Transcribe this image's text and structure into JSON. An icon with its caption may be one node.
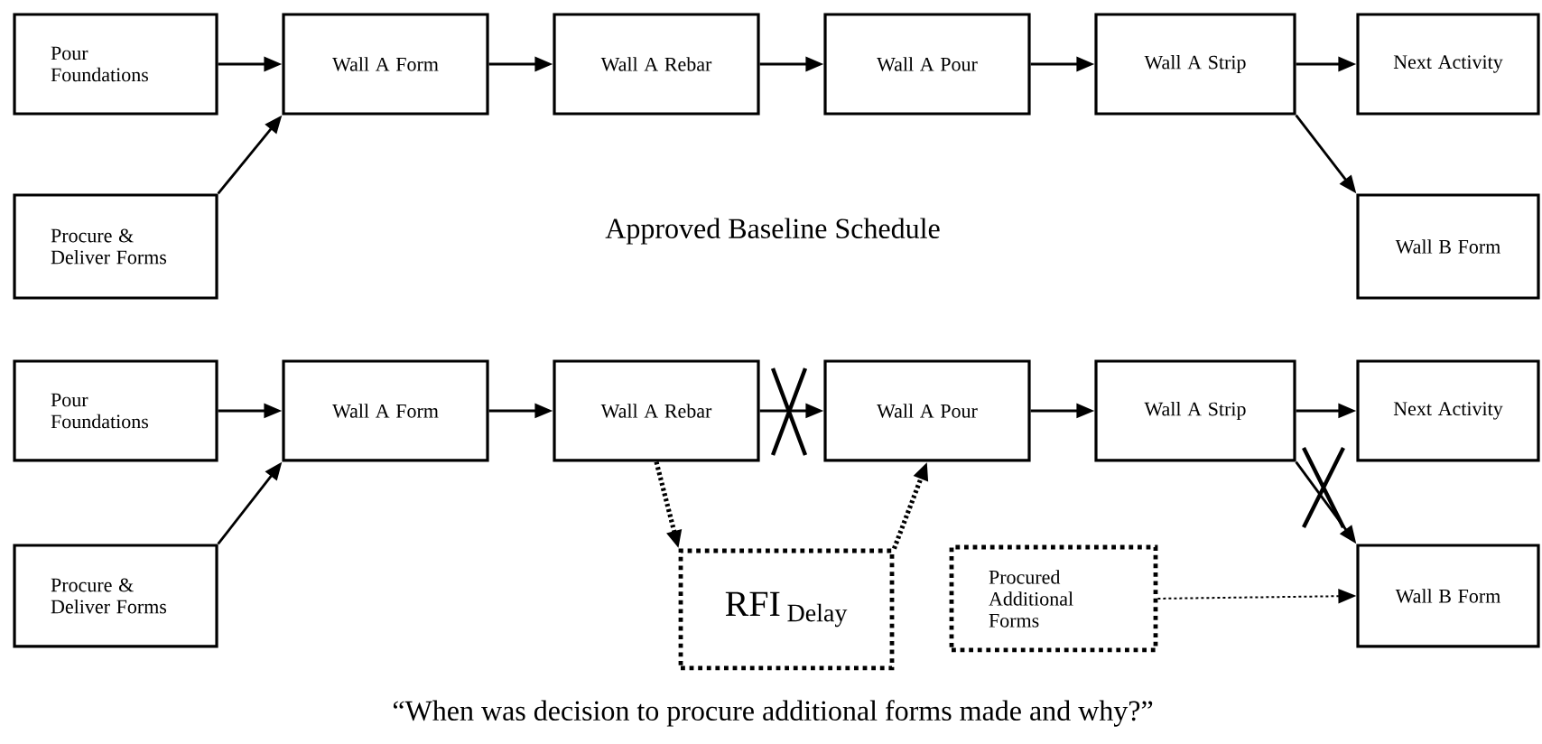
{
  "diagram": {
    "caption": "“When was decision to procure additional forms made and why?”",
    "nodes": [
      {
        "text": [
          "Pour Foundations"
        ]
      },
      {
        "text": [
          "Wall A Form"
        ]
      },
      {
        "text": [
          "Wall A Rebar"
        ]
      },
      {
        "text": [
          "Wall A Pour"
        ]
      },
      {
        "text": [
          "Wall A Strip"
        ]
      },
      {
        "text": [
          "Next Activity"
        ]
      },
      {
        "text": [
          "Procure & Deliver Forms"
        ]
      },
      {
        "text": [
          "Wall B Form"
        ]
      },
      {
        "text": [
          "Pour Foundations"
        ]
      },
      {
        "text": [
          "Wall A Form"
        ]
      },
      {
        "text": [
          "Wall A Rebar"
        ]
      },
      {
        "text": [
          "Wall A Pour"
        ]
      },
      {
        "text": [
          "Wall A Strip"
        ]
      },
      {
        "text": [
          "Next Activity"
        ]
      },
      {
        "text": [
          "Procure & Deliver Forms"
        ]
      },
      {
        "text": [
          "RFI $_{Delay}$"
        ]
      },
      {
        "text": [
          "Procured Additional Forms"
        ]
      },
      {
        "text": [
          "Wall B Form"
        ]
      }
    ],
    "edges": [
      {
        "from": 0,
        "to": 1,
        "arrow": "to"
      },
      {
        "from": 6,
        "to": 1,
        "arrow": "to"
      },
      {
        "from": 1,
        "to": 2,
        "arrow": "to"
      },
      {
        "from": 2,
        "to": 3,
        "arrow": "to"
      },
      {
        "from": 3,
        "to": 4,
        "arrow": "to"
      },
      {
        "from": 4,
        "to": 5,
        "arrow": "to"
      },
      {
        "from": 4,
        "to": 7,
        "arrow": "to"
      },
      {
        "from": 8,
        "to": 9,
        "arrow": "to"
      },
      {
        "from": 14,
        "to": 9,
        "arrow": "to"
      },
      {
        "from": 9,
        "to": 10,
        "arrow": "to"
      },
      {
        "from": 10,
        "to": 11,
        "arrow": "to"
      },
      {
        "from": 11,
        "to": 12,
        "arrow": "to"
      },
      {
        "from": 12,
        "to": 13,
        "arrow": "to"
      },
      {
        "from": 12,
        "to": 17,
        "arrow": "to"
      },
      {
        "from": 10,
        "to": 15,
        "arrow": "to",
        "style": "dashed"
      },
      {
        "from": 15,
        "to": 11,
        "arrow": "to",
        "style": "dashed"
      },
      {
        "from": 16,
        "to": 17,
        "arrow": "to",
        "style": "dashed"
      }
    ],
    "labels": [
      "Approved Baseline Schedule"
    ]
  }
}
